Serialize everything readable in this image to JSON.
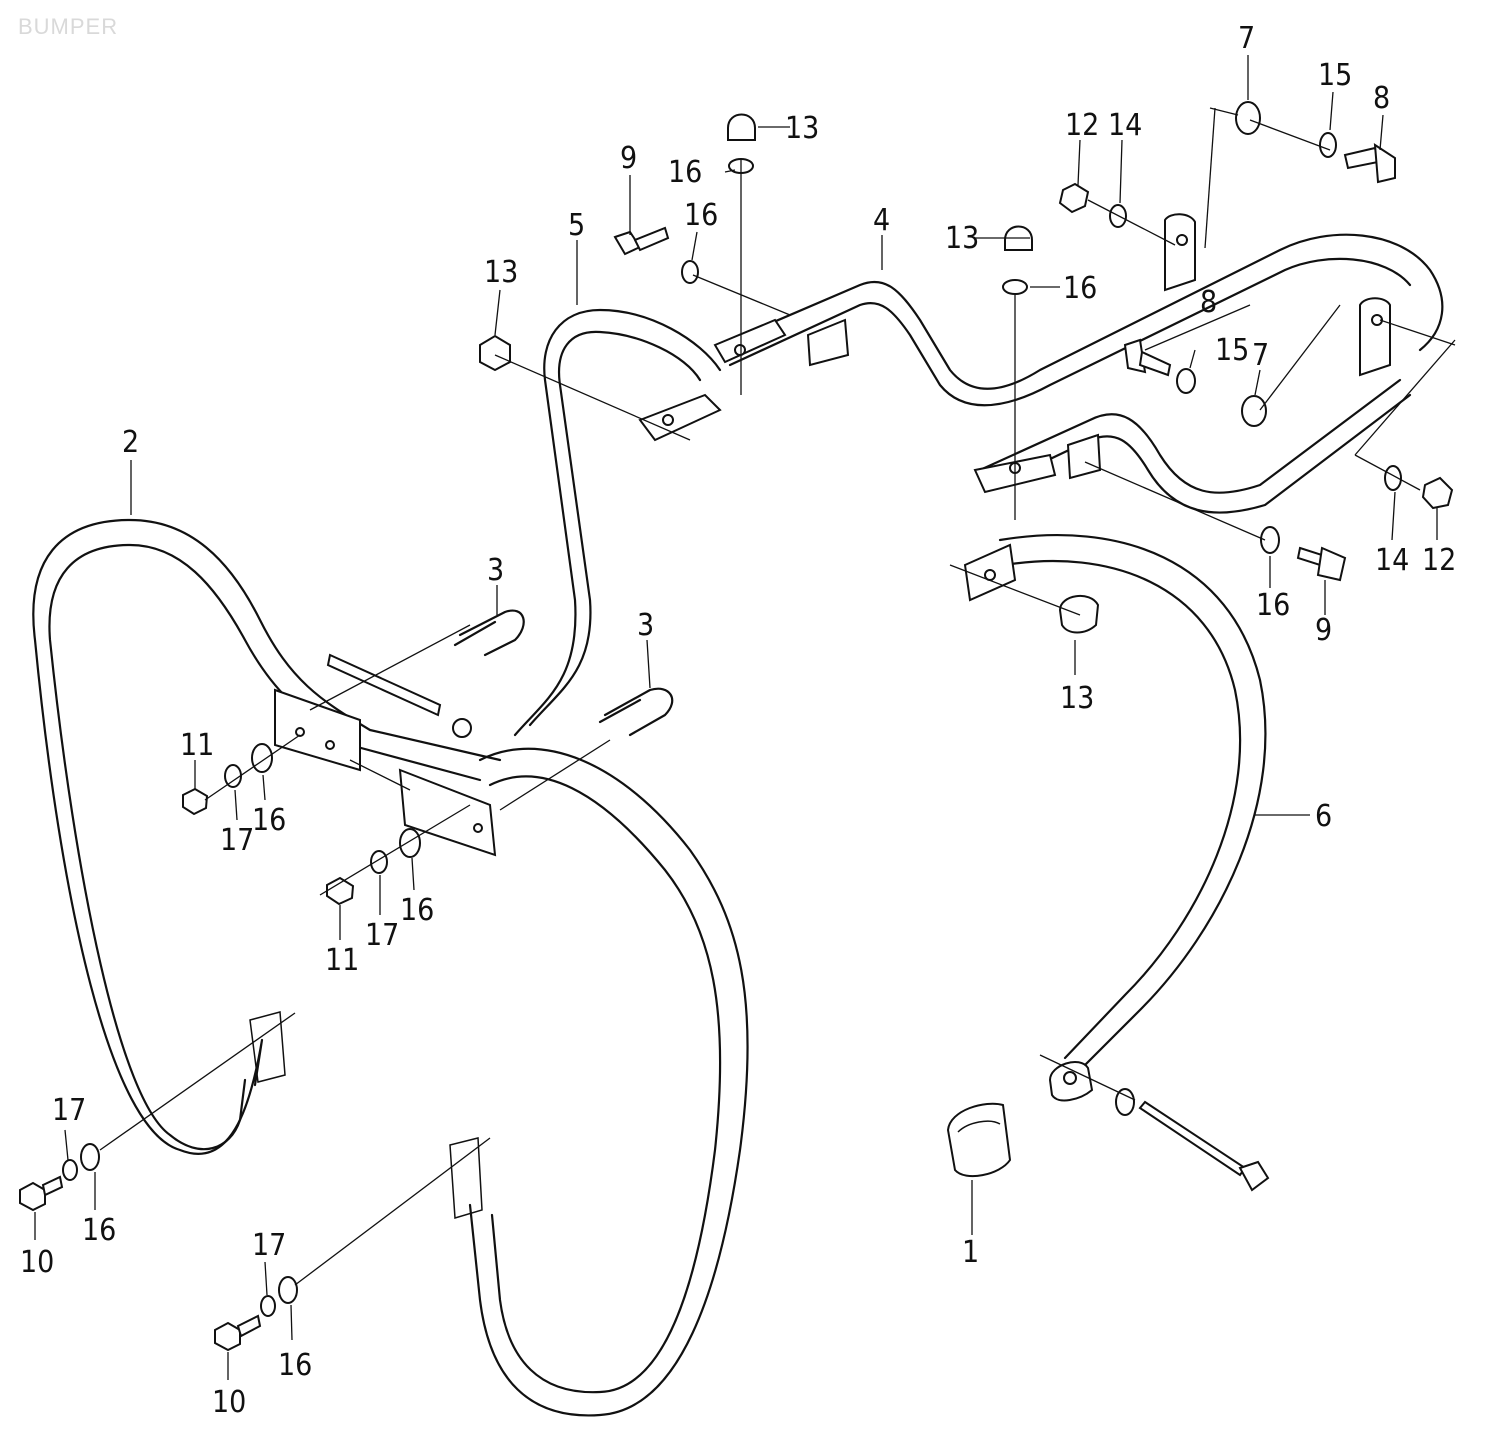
{
  "watermark": "BUMPER",
  "callouts": [
    {
      "id": "c1",
      "number": "1"
    },
    {
      "id": "c2",
      "number": "2"
    },
    {
      "id": "c3a",
      "number": "3"
    },
    {
      "id": "c3b",
      "number": "3"
    },
    {
      "id": "c4",
      "number": "4"
    },
    {
      "id": "c5",
      "number": "5"
    },
    {
      "id": "c6",
      "number": "6"
    },
    {
      "id": "c7a",
      "number": "7"
    },
    {
      "id": "c7b",
      "number": "7"
    },
    {
      "id": "c8a",
      "number": "8"
    },
    {
      "id": "c8b",
      "number": "8"
    },
    {
      "id": "c9a",
      "number": "9"
    },
    {
      "id": "c9b",
      "number": "9"
    },
    {
      "id": "c10a",
      "number": "10"
    },
    {
      "id": "c10b",
      "number": "10"
    },
    {
      "id": "c11a",
      "number": "11"
    },
    {
      "id": "c11b",
      "number": "11"
    },
    {
      "id": "c12a",
      "number": "12"
    },
    {
      "id": "c12b",
      "number": "12"
    },
    {
      "id": "c13a",
      "number": "13"
    },
    {
      "id": "c13b",
      "number": "13"
    },
    {
      "id": "c13c",
      "number": "13"
    },
    {
      "id": "c13d",
      "number": "13"
    },
    {
      "id": "c14a",
      "number": "14"
    },
    {
      "id": "c14b",
      "number": "14"
    },
    {
      "id": "c15a",
      "number": "15"
    },
    {
      "id": "c15b",
      "number": "15"
    },
    {
      "id": "c16a",
      "number": "16"
    },
    {
      "id": "c16b",
      "number": "16"
    },
    {
      "id": "c16c",
      "number": "16"
    },
    {
      "id": "c16d",
      "number": "16"
    },
    {
      "id": "c16e",
      "number": "16"
    },
    {
      "id": "c16f",
      "number": "16"
    },
    {
      "id": "c16g",
      "number": "16"
    },
    {
      "id": "c16h",
      "number": "16"
    },
    {
      "id": "c17a",
      "number": "17"
    },
    {
      "id": "c17b",
      "number": "17"
    },
    {
      "id": "c17c",
      "number": "17"
    },
    {
      "id": "c17d",
      "number": "17"
    }
  ]
}
